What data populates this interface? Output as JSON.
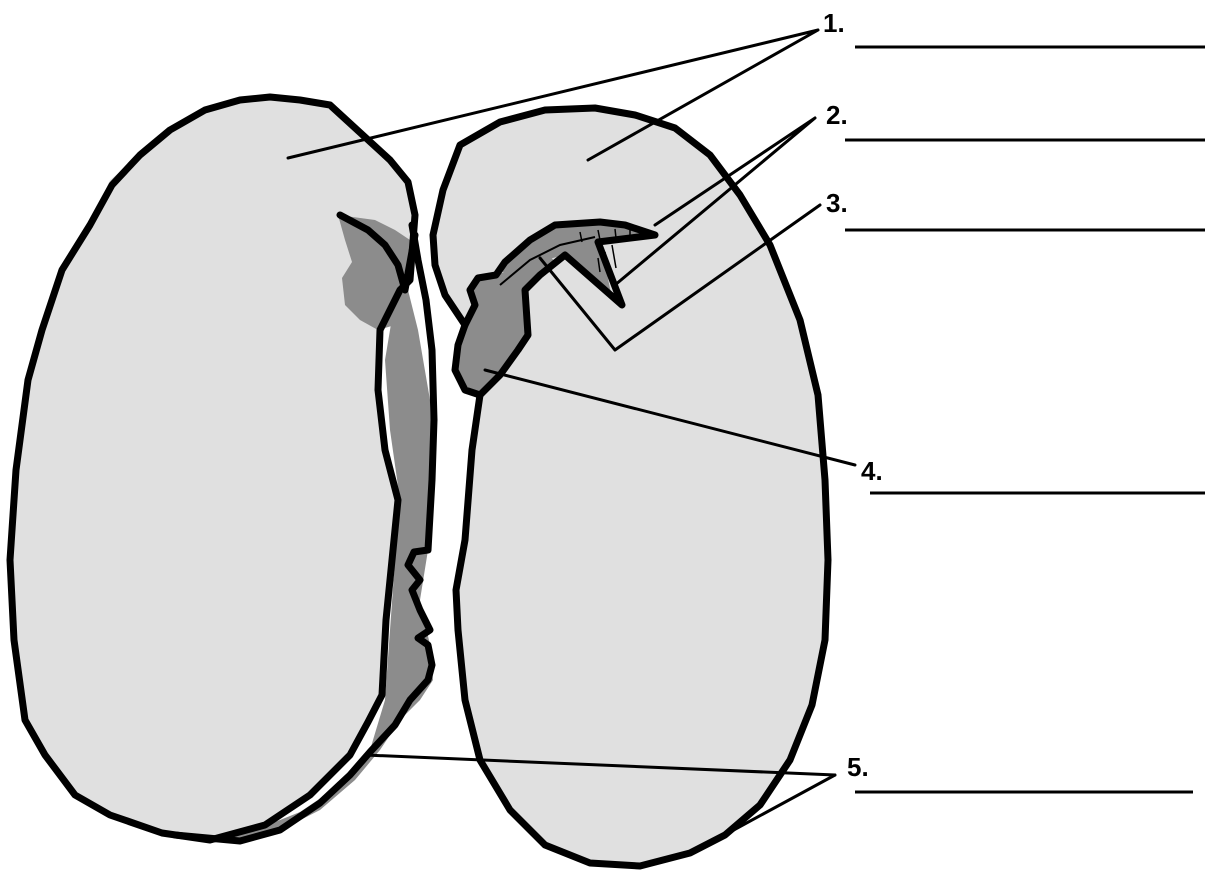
{
  "colors": {
    "cotyledon_fill": "#e0e0e0",
    "embryo_fill": "#8c8c8c",
    "outline": "#000000",
    "background": "#ffffff"
  },
  "labels": [
    {
      "number": "1."
    },
    {
      "number": "2."
    },
    {
      "number": "3."
    },
    {
      "number": "4."
    },
    {
      "number": "5."
    }
  ]
}
